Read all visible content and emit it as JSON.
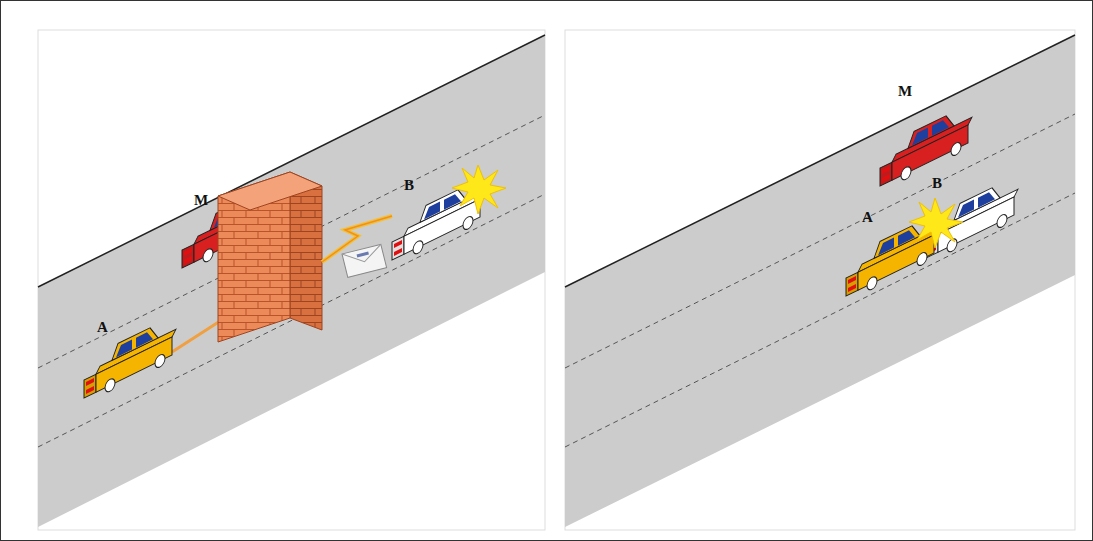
{
  "diagram": {
    "labels": [
      "M",
      "B",
      "A",
      "M",
      "B",
      "A"
    ]
  }
}
